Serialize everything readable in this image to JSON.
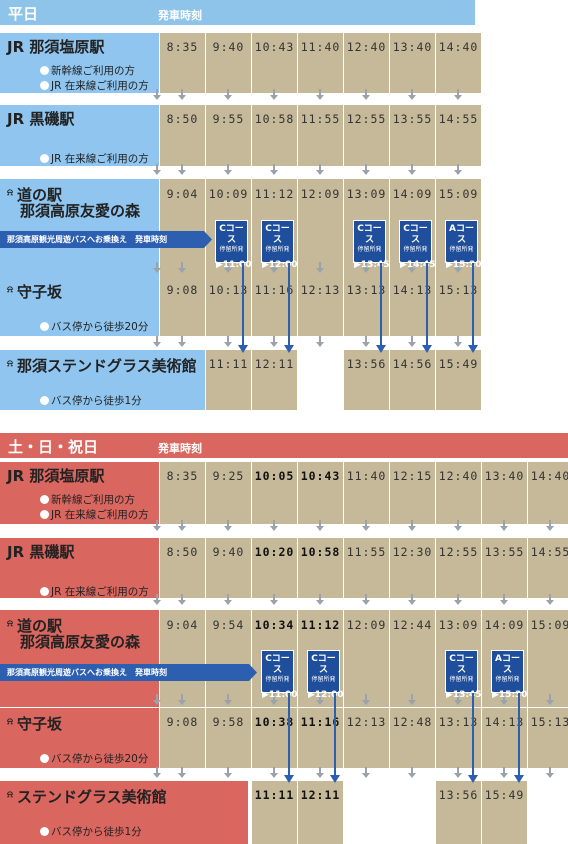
{
  "weekday": {
    "header_title": "平日",
    "header_subtitle": "発車時刻",
    "stops": [
      {
        "name": "JR 那須塩原駅",
        "notes": [
          "新幹線ご利用の方",
          "JR 在来線ご利用の方"
        ],
        "times": [
          "8:35",
          "9:40",
          "10:43",
          "11:40",
          "12:40",
          "13:40",
          "14:40"
        ]
      },
      {
        "name": "JR 黒磯駅",
        "notes": [
          "JR 在来線ご利用の方"
        ],
        "times": [
          "8:50",
          "9:55",
          "10:58",
          "11:55",
          "12:55",
          "13:55",
          "14:55"
        ]
      },
      {
        "name": "道の駅",
        "name2": "那須高原友愛の森",
        "notes": [],
        "times": [
          "9:04",
          "10:09",
          "11:12",
          "12:09",
          "13:09",
          "14:09",
          "15:09"
        ]
      },
      {
        "name": "守子坂",
        "notes": [
          "バス停から徒歩20分"
        ],
        "times": [
          "9:08",
          "10:13",
          "11:16",
          "12:13",
          "13:13",
          "14:13",
          "15:13"
        ]
      },
      {
        "name": "那須ステンドグラス美術館",
        "notes": [
          "バス停から徒歩1分"
        ],
        "times": [
          "",
          "11:11",
          "12:11",
          "",
          "13:56",
          "14:56",
          "15:49"
        ]
      }
    ],
    "transfer_label": "那須高原観光周遊バスへお乗換え　発車時刻",
    "badges": [
      {
        "course": "Cコース",
        "stop_text": "停留所発",
        "time": "▶11:00"
      },
      {
        "course": "Cコース",
        "stop_text": "停留所発",
        "time": "▶12:00"
      },
      {
        "course": "Cコース",
        "stop_text": "停留所発",
        "time": "▶13:45"
      },
      {
        "course": "Cコース",
        "stop_text": "停留所発",
        "time": "▶14:45"
      },
      {
        "course": "Aコース",
        "stop_text": "停留所発",
        "time": "▶15:30"
      }
    ]
  },
  "weekend": {
    "header_title": "土・日・祝日",
    "header_subtitle": "発車時刻",
    "stops": [
      {
        "name": "JR 那須塩原駅",
        "notes": [
          "新幹線ご利用の方",
          "JR 在来線ご利用の方"
        ],
        "times": [
          "8:35",
          "9:25",
          "10:05",
          "10:43",
          "11:40",
          "12:15",
          "12:40",
          "13:40",
          "14:40"
        ]
      },
      {
        "name": "JR 黒磯駅",
        "notes": [
          "JR 在来線ご利用の方"
        ],
        "times": [
          "8:50",
          "9:40",
          "10:20",
          "10:58",
          "11:55",
          "12:30",
          "12:55",
          "13:55",
          "14:55"
        ]
      },
      {
        "name": "道の駅",
        "name2": "那須高原友愛の森",
        "notes": [],
        "times": [
          "9:04",
          "9:54",
          "10:34",
          "11:12",
          "12:09",
          "12:44",
          "13:09",
          "14:09",
          "15:09"
        ]
      },
      {
        "name": "守子坂",
        "notes": [
          "バス停から徒歩20分"
        ],
        "times": [
          "9:08",
          "9:58",
          "10:38",
          "11:16",
          "12:13",
          "12:48",
          "13:13",
          "14:13",
          "15:13"
        ]
      },
      {
        "name": "ステンドグラス美術館",
        "notes": [
          "バス停から徒歩1分"
        ],
        "times": [
          "",
          "",
          "11:11",
          "12:11",
          "",
          "",
          "13:56",
          "15:49",
          ""
        ]
      }
    ],
    "transfer_label": "那須高原観光周遊バスへお乗換え　発車時刻",
    "badges": [
      {
        "course": "Cコース",
        "stop_text": "停留所発",
        "time": "▶11:00"
      },
      {
        "course": "Cコース",
        "stop_text": "停留所発",
        "time": "▶12:00"
      },
      {
        "course": "Cコース",
        "stop_text": "停留所発",
        "time": "▶13:45"
      },
      {
        "course": "Aコース",
        "stop_text": "停留所発",
        "time": "▶15:30"
      }
    ]
  },
  "colors": {
    "weekday_header": "#8ec3ea",
    "weekday_label": "#8fc5ee",
    "weekend_header": "#d9665f",
    "weekend_label": "#d9665f",
    "cell": "#c5b99a",
    "transfer_blue": "#2d5fb0"
  }
}
